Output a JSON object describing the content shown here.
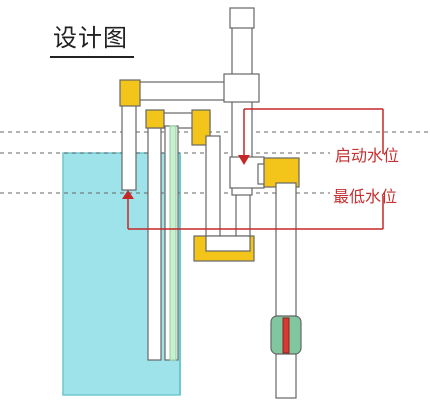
{
  "title": "设计图",
  "labels": {
    "start_water_level": "启动水位",
    "lowest_water_level": "最低水位"
  },
  "colors": {
    "water": "#9ee3e9",
    "water_edge": "#6fc8d0",
    "pipe": "#ffffff",
    "pipe_outline": "#666666",
    "joint": "#f3c51a",
    "red_line": "#c62828",
    "dashed_line": "#666666",
    "valve_body": "#80c69e",
    "valve_handle": "#d63a32"
  }
}
